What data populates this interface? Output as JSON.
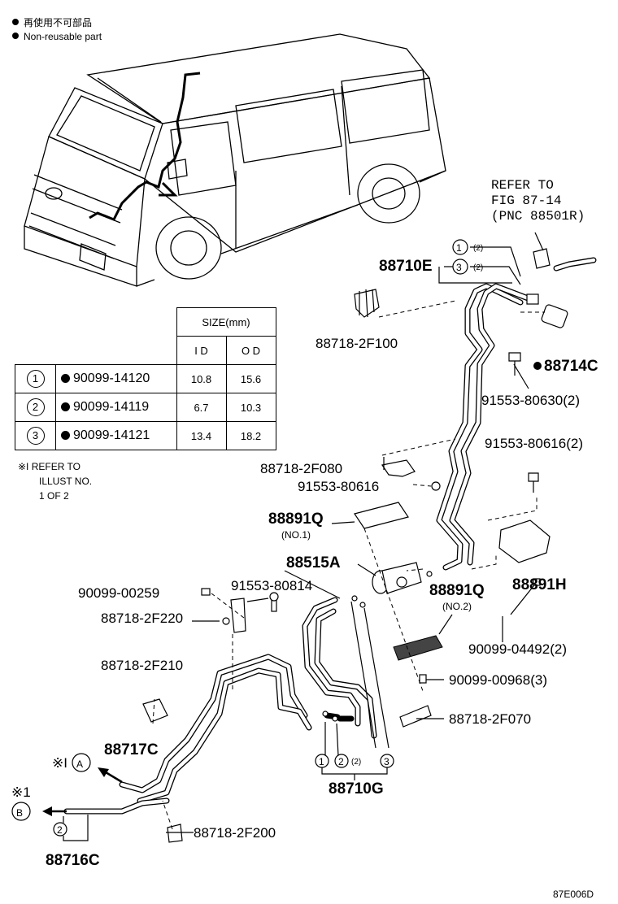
{
  "legend": {
    "marker_label_jp": "再使用不可部品",
    "marker_label_en": "Non-reusable part"
  },
  "size_table": {
    "header": "SIZE(mm)",
    "col_id": "I D",
    "col_od": "O D",
    "rows": [
      {
        "index": "1",
        "part": "90099-14120",
        "id": "10.8",
        "od": "15.6"
      },
      {
        "index": "2",
        "part": "90099-14119",
        "id": "6.7",
        "od": "10.3"
      },
      {
        "index": "3",
        "part": "90099-14121",
        "id": "13.4",
        "od": "18.2"
      }
    ]
  },
  "note": {
    "mark": "※I",
    "line1": "REFER TO",
    "line2": "ILLUST NO.",
    "line3": "1 OF 2"
  },
  "refer_fig": {
    "line1": "REFER TO",
    "line2": "FIG 87-14",
    "line3": "(PNC 88501R)"
  },
  "callouts": {
    "n1": "1",
    "n2": "2",
    "n3": "3",
    "qty2": "(2)",
    "p88710E": "88710E",
    "p88718_2F100": "88718-2F100",
    "p88714C": "88714C",
    "p91553_80630": "91553-80630(2)",
    "p91553_80616_2": "91553-80616(2)",
    "p88718_2F080": "88718-2F080",
    "p91553_80616": "91553-80616",
    "p88891Q_1": "88891Q",
    "no1": "(NO.1)",
    "p88515A": "88515A",
    "p88891Q_2": "88891Q",
    "no2": "(NO.2)",
    "p88891H": "88891H",
    "p90099_00259": "90099-00259",
    "p91553_80814": "91553-80814",
    "p88718_2F220": "88718-2F220",
    "p90099_04492": "90099-04492(2)",
    "p88718_2F210": "88718-2F210",
    "p90099_00968": "90099-00968(3)",
    "p88718_2F070": "88718-2F070",
    "p88717C": "88717C",
    "p88710G": "88710G",
    "p88718_2F200": "88718-2F200",
    "p88716C": "88716C",
    "ref_mark": "※I",
    "ref_mark2": "※1",
    "conn_a": "A",
    "conn_b": "B"
  },
  "figure_code": "87E006D"
}
